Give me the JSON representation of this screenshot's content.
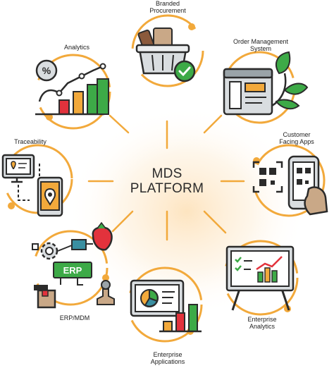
{
  "center": {
    "line1": "MDS",
    "line2": "PLATFORM"
  },
  "nodes": {
    "branded_procurement": {
      "line1": "Branded",
      "line2": "Procurement"
    },
    "order_management": {
      "line1": "Order Management",
      "line2": "System"
    },
    "customer_apps": {
      "line1": "Customer",
      "line2": "Facing Apps"
    },
    "enterprise_analytics": {
      "line1": "Enterprise",
      "line2": "Analytics"
    },
    "enterprise_apps": {
      "line1": "Enterprise",
      "line2": "Applications"
    },
    "erp_mdm": {
      "line1": "ERP/MDM",
      "badge": "ERP"
    },
    "traceability": {
      "line1": "Traceability"
    },
    "analytics": {
      "line1": "Analytics"
    }
  },
  "colors": {
    "accent_orange": "#f2a93b",
    "accent_green": "#3daa47",
    "outline": "#2b2b2b",
    "panel_gray": "#d9dde0",
    "tan": "#c9a887",
    "red": "#e2323c",
    "teal": "#3a8fa1",
    "glow": "#fde8c8"
  }
}
